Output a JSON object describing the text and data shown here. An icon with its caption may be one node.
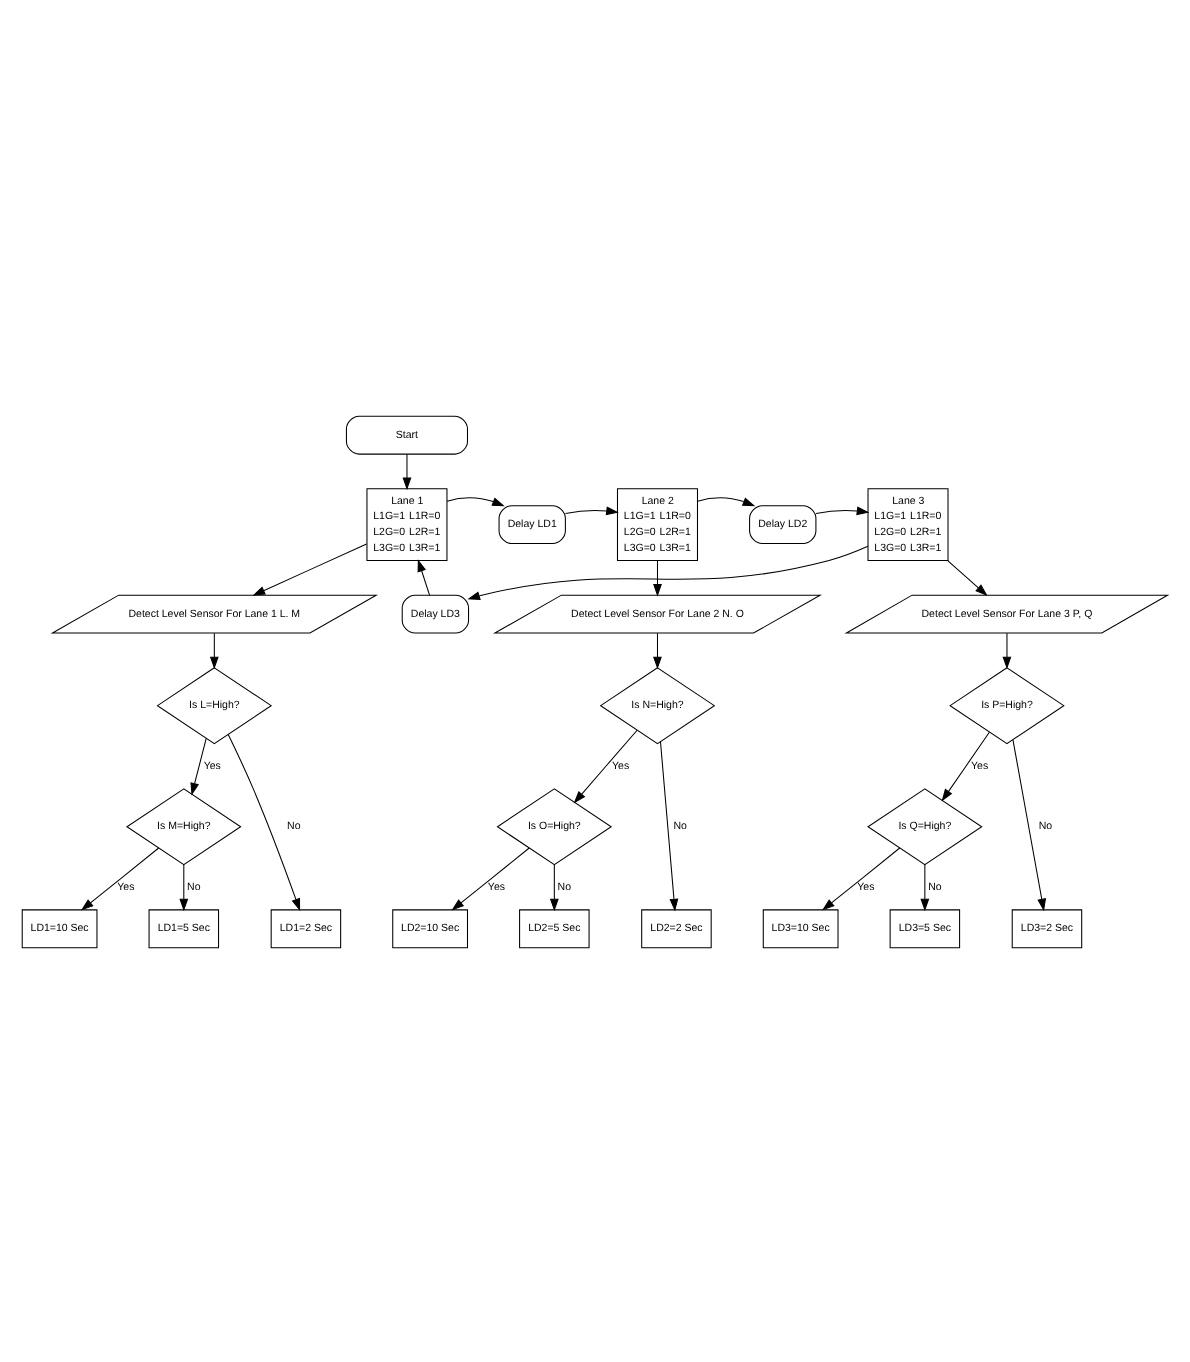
{
  "diagram": {
    "nodes": [
      {
        "text": [
          "Start"
        ]
      },
      {
        "text": [
          "Delay LD3"
        ]
      },
      {
        "text": [
          "Lane 1",
          "L1G=1",
          "L1R=0",
          "L2G=0",
          "L2R=1",
          "L3G=0",
          "L3R=1"
        ]
      },
      {
        "text": [
          "Delay LD1"
        ]
      },
      {
        "text": [
          "Lane 2",
          "L1G=1",
          "L1R=0",
          "L2G=0",
          "L2R=1",
          "L3G=0",
          "L3R=1"
        ]
      },
      {
        "text": [
          "Delay LD2"
        ]
      },
      {
        "text": [
          "Lane 3",
          "L1G=1",
          "L1R=0",
          "L2G=0",
          "L2R=1",
          "L3G=0",
          "L3R=1"
        ]
      },
      {
        "text": [
          "Detect Level Sensor For Lane 1 L. M"
        ]
      },
      {
        "text": [
          "Detect Level Sensor For Lane 2 N. O"
        ]
      },
      {
        "text": [
          "Detect Level Sensor For Lane 3 P, Q"
        ]
      },
      {
        "text": [
          "Is L=High?"
        ]
      },
      {
        "text": [
          "Is N=High?"
        ]
      },
      {
        "text": [
          "Is P=High?"
        ]
      },
      {
        "text": [
          "Is M=High?"
        ]
      },
      {
        "text": [
          "Is O=High?"
        ]
      },
      {
        "text": [
          "Is Q=High?"
        ]
      },
      {
        "text": [
          "LD1=10 Sec"
        ]
      },
      {
        "text": [
          "LD1=5 Sec"
        ]
      },
      {
        "text": [
          "LD1=2 Sec"
        ]
      },
      {
        "text": [
          "LD2=10 Sec"
        ]
      },
      {
        "text": [
          "LD2=5 Sec"
        ]
      },
      {
        "text": [
          "LD2=2 Sec"
        ]
      },
      {
        "text": [
          "LD3=10 Sec"
        ]
      },
      {
        "text": [
          "LD3=5 Sec"
        ]
      },
      {
        "text": [
          "LD3=2 Sec"
        ]
      }
    ],
    "edges": [
      {
        "from": 0,
        "to": 2,
        "arrow": "to"
      },
      {
        "from": 2,
        "to": 3,
        "arrow": "to"
      },
      {
        "from": 3,
        "to": 4,
        "arrow": "to"
      },
      {
        "from": 4,
        "to": 5,
        "arrow": "to"
      },
      {
        "from": 5,
        "to": 6,
        "arrow": "to"
      },
      {
        "from": 6,
        "to": 1,
        "arrow": "to"
      },
      {
        "from": 1,
        "to": 2,
        "arrow": "to"
      },
      {
        "from": 2,
        "to": 7,
        "arrow": "to"
      },
      {
        "from": 4,
        "to": 8,
        "arrow": "to"
      },
      {
        "from": 6,
        "to": 9,
        "arrow": "to"
      },
      {
        "from": 7,
        "to": 10,
        "arrow": "to"
      },
      {
        "from": 8,
        "to": 11,
        "arrow": "to"
      },
      {
        "from": 9,
        "to": 12,
        "arrow": "to"
      },
      {
        "from": 10,
        "to": 13,
        "arrow": "to",
        "label": "Yes"
      },
      {
        "from": 10,
        "to": 18,
        "arrow": "to",
        "label": "No"
      },
      {
        "from": 13,
        "to": 16,
        "arrow": "to",
        "label": "Yes"
      },
      {
        "from": 13,
        "to": 17,
        "arrow": "to",
        "label": "No"
      },
      {
        "from": 11,
        "to": 14,
        "arrow": "to",
        "label": "Yes"
      },
      {
        "from": 11,
        "to": 21,
        "arrow": "to",
        "label": "No"
      },
      {
        "from": 14,
        "to": 19,
        "arrow": "to",
        "label": "Yes"
      },
      {
        "from": 14,
        "to": 20,
        "arrow": "to",
        "label": "No"
      },
      {
        "from": 12,
        "to": 15,
        "arrow": "to",
        "label": "Yes"
      },
      {
        "from": 12,
        "to": 24,
        "arrow": "to",
        "label": "No"
      },
      {
        "from": 15,
        "to": 22,
        "arrow": "to",
        "label": "Yes"
      },
      {
        "from": 15,
        "to": 23,
        "arrow": "to",
        "label": "No"
      }
    ]
  }
}
